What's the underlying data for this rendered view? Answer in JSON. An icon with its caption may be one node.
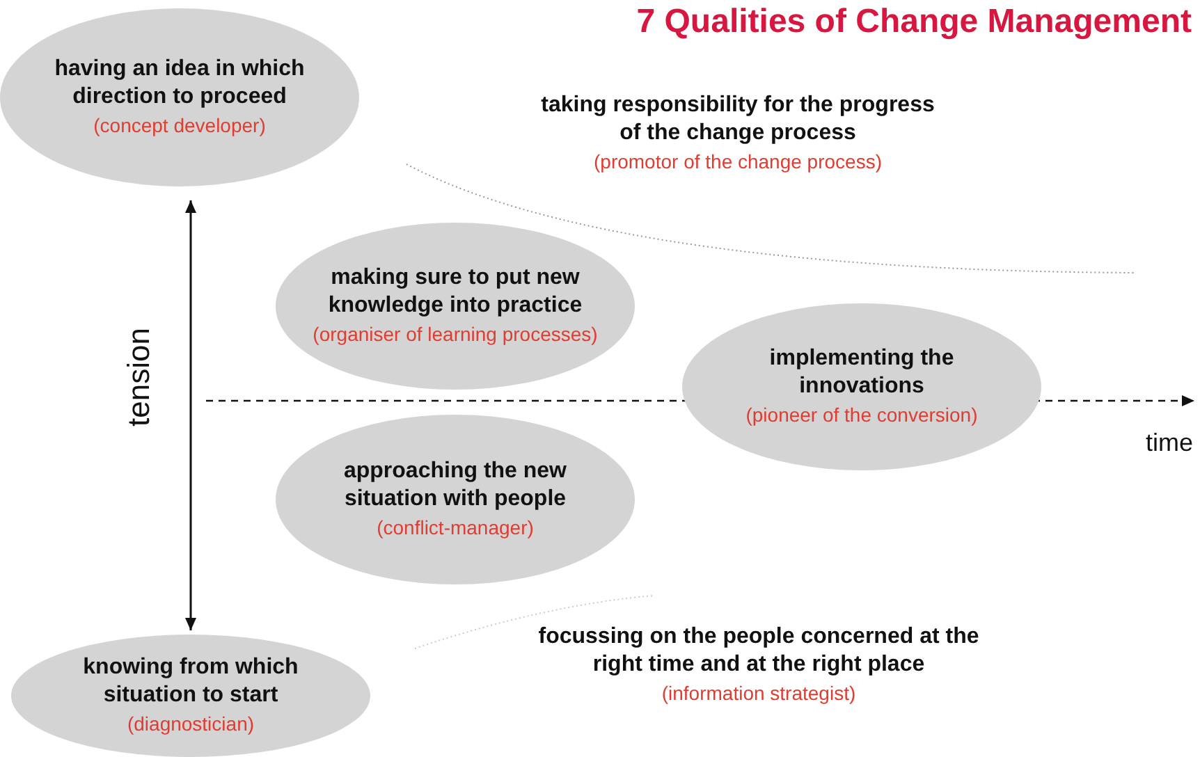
{
  "diagram": {
    "title": "7 Qualities of Change Management",
    "nodes": [
      {
        "text": [
          "having an idea in which direction to proceed",
          "(concept developer)"
        ]
      },
      {
        "text": [
          "making sure to put new knowledge into practice",
          "(organiser of learning processes)"
        ]
      },
      {
        "text": [
          "implementing the innovations",
          "(pioneer of the conversion)"
        ]
      },
      {
        "text": [
          "approaching the new situation with people",
          "(conflict-manager)"
        ]
      },
      {
        "text": [
          "knowing from which situation to start",
          "(diagnostician)"
        ]
      }
    ],
    "edges": [
      {
        "from": 0,
        "to": 4,
        "arrow": "both"
      }
    ],
    "labels": [
      "taking responsibility for the progress of the change process",
      "(promotor of the change process)",
      "tension",
      "time",
      "focussing on the people concerned at the right time and at the right place",
      "(information strategist)"
    ]
  }
}
